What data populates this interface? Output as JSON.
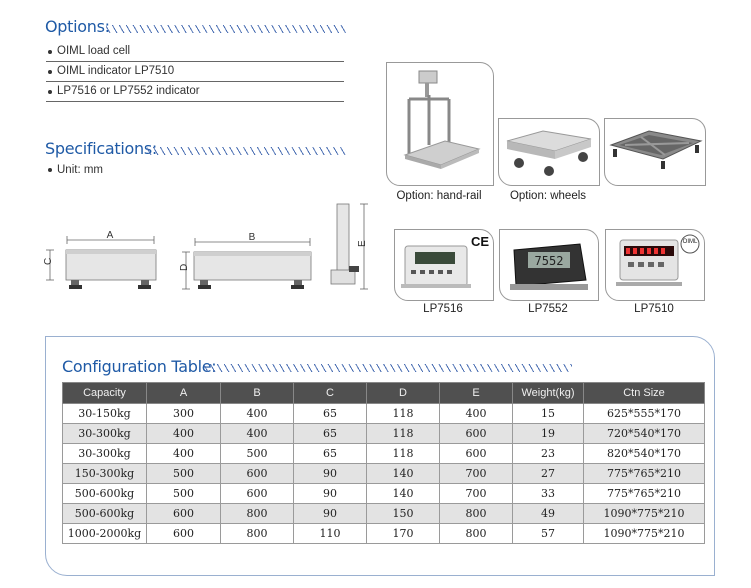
{
  "options": {
    "heading": "Options:",
    "items": [
      "OIML load cell",
      "OIML indicator LP7510",
      "LP7516 or LP7552 indicator"
    ]
  },
  "specifications": {
    "heading": "Specifications:",
    "unit_note": "Unit: mm",
    "dim_labels": {
      "a": "A",
      "b": "B",
      "c": "C",
      "d": "D",
      "e": "E"
    }
  },
  "photos": {
    "captions": {
      "handrail": "Option: hand-rail",
      "wheels": "Option: wheels",
      "lp7516": "LP7516",
      "lp7552": "LP7552",
      "lp7510": "LP7510"
    },
    "marks": {
      "ce": "CE",
      "oiml": "OIML"
    },
    "lp7552_display": "7552"
  },
  "config_table": {
    "heading": "Configuration Table:",
    "headers": [
      "Capacity",
      "A",
      "B",
      "C",
      "D",
      "E",
      "Weight(kg)",
      "Ctn Size"
    ],
    "rows": [
      [
        "30-150kg",
        "300",
        "400",
        "65",
        "118",
        "400",
        "15",
        "625*555*170"
      ],
      [
        "30-300kg",
        "400",
        "400",
        "65",
        "118",
        "600",
        "19",
        "720*540*170"
      ],
      [
        "30-300kg",
        "400",
        "500",
        "65",
        "118",
        "600",
        "23",
        "820*540*170"
      ],
      [
        "150-300kg",
        "500",
        "600",
        "90",
        "140",
        "700",
        "27",
        "775*765*210"
      ],
      [
        "500-600kg",
        "500",
        "600",
        "90",
        "140",
        "700",
        "33",
        "775*765*210"
      ],
      [
        "500-600kg",
        "600",
        "800",
        "90",
        "150",
        "800",
        "49",
        "1090*775*210"
      ],
      [
        "1000-2000kg",
        "600",
        "800",
        "110",
        "170",
        "800",
        "57",
        "1090*775*210"
      ]
    ]
  }
}
